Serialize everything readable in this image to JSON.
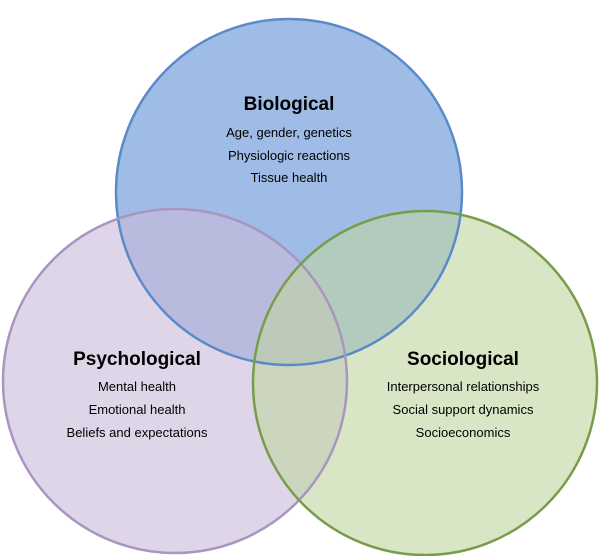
{
  "diagram": {
    "sets": [
      {
        "key": "biological",
        "title": "Biological",
        "items": [
          "Age, gender, genetics",
          "Physiologic reactions",
          "Tissue health"
        ],
        "fill_color": "#7fa6de",
        "stroke_color": "#5b8ac9"
      },
      {
        "key": "psychological",
        "title": "Psychological",
        "items": [
          "Mental health",
          "Emotional health",
          "Beliefs and expectations"
        ],
        "fill_color": "#c9b9d9",
        "stroke_color": "#a896c0"
      },
      {
        "key": "sociological",
        "title": "Sociological",
        "items": [
          "Interpersonal relationships",
          "Social support dynamics",
          "Socioeconomics"
        ],
        "fill_color": "#c0d6a0",
        "stroke_color": "#789d4a"
      }
    ]
  }
}
